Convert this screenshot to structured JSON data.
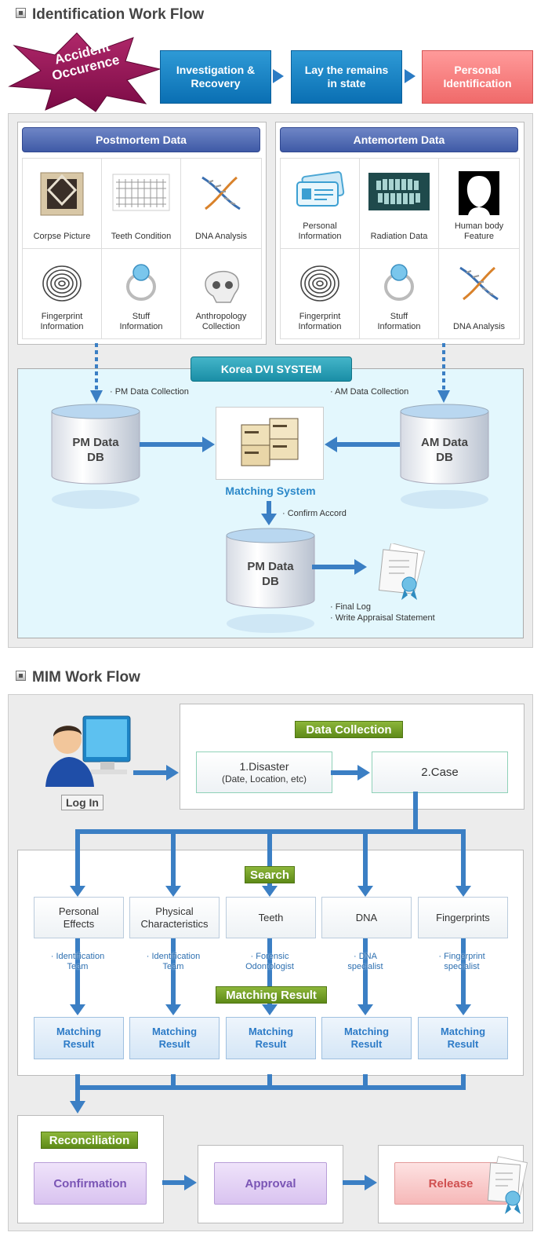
{
  "identification": {
    "title": "Identification Work Flow",
    "star_label_line1": "Accident",
    "star_label_line2": "Occurence",
    "steps": [
      {
        "line1": "Investigation &",
        "line2": "Recovery"
      },
      {
        "line1": "Lay the remains",
        "line2": "in state"
      },
      {
        "line1": "Personal",
        "line2": "Identification"
      }
    ],
    "postmortem": {
      "header": "Postmortem Data",
      "items": [
        {
          "line1": "Corpse Picture",
          "line2": "",
          "icon": "corpse-picture-icon"
        },
        {
          "line1": "Teeth Condition",
          "line2": "",
          "icon": "teeth-chart-icon"
        },
        {
          "line1": "DNA Analysis",
          "line2": "",
          "icon": "dna-icon"
        },
        {
          "line1": "Fingerprint",
          "line2": "Information",
          "icon": "fingerprint-icon"
        },
        {
          "line1": "Stuff",
          "line2": "Information",
          "icon": "ring-icon"
        },
        {
          "line1": "Anthropology",
          "line2": "Collection",
          "icon": "skull-icon"
        }
      ]
    },
    "antemortem": {
      "header": "Antemortem Data",
      "items": [
        {
          "line1": "Personal",
          "line2": "Information",
          "icon": "id-card-icon"
        },
        {
          "line1": "Radiation Data",
          "line2": "",
          "icon": "xray-icon"
        },
        {
          "line1": "Human body",
          "line2": "Feature",
          "icon": "head-silhouette-icon"
        },
        {
          "line1": "Fingerprint",
          "line2": "Information",
          "icon": "fingerprint-icon"
        },
        {
          "line1": "Stuff",
          "line2": "Information",
          "icon": "ring-icon"
        },
        {
          "line1": "DNA Analysis",
          "line2": "",
          "icon": "dna-icon"
        }
      ]
    },
    "dvi": {
      "title": "Korea DVI SYSTEM",
      "pm_collection": "· PM Data Collection",
      "am_collection": "· AM Data Collection",
      "pm_db_line1": "PM Data",
      "pm_db_line2": "DB",
      "am_db_line1": "AM Data",
      "am_db_line2": "DB",
      "matching": "Matching System",
      "confirm": "· Confirm Accord",
      "final_db_line1": "PM Data",
      "final_db_line2": "DB",
      "final_log": "· Final Log",
      "appraisal": "· Write Appraisal Statement"
    }
  },
  "mim": {
    "title": "MIM Work Flow",
    "login": "Log In",
    "data_collection": "Data Collection",
    "disaster_line1": "1.Disaster",
    "disaster_line2": "(Date, Location, etc)",
    "case": "2.Case",
    "search": "Search",
    "matching_result_tag": "Matching Result",
    "categories": [
      {
        "line1": "Personal",
        "line2": "Effects",
        "spec1": "· Identification",
        "spec2": "Team",
        "result1": "Matching",
        "result2": "Result"
      },
      {
        "line1": "Physical",
        "line2": "Characteristics",
        "spec1": "· Identification",
        "spec2": "Team",
        "result1": "Matching",
        "result2": "Result"
      },
      {
        "line1": "Teeth",
        "line2": "",
        "spec1": "· Forensic",
        "spec2": "Odontologist",
        "result1": "Matching",
        "result2": "Result"
      },
      {
        "line1": "DNA",
        "line2": "",
        "spec1": "· DNA",
        "spec2": "specialist",
        "result1": "Matching",
        "result2": "Result"
      },
      {
        "line1": "Fingerprints",
        "line2": "",
        "spec1": "· Fingerprint",
        "spec2": "specialist",
        "result1": "Matching",
        "result2": "Result"
      }
    ],
    "reconciliation": "Reconciliation",
    "confirmation": "Confirmation",
    "approval": "Approval",
    "release": "Release"
  }
}
